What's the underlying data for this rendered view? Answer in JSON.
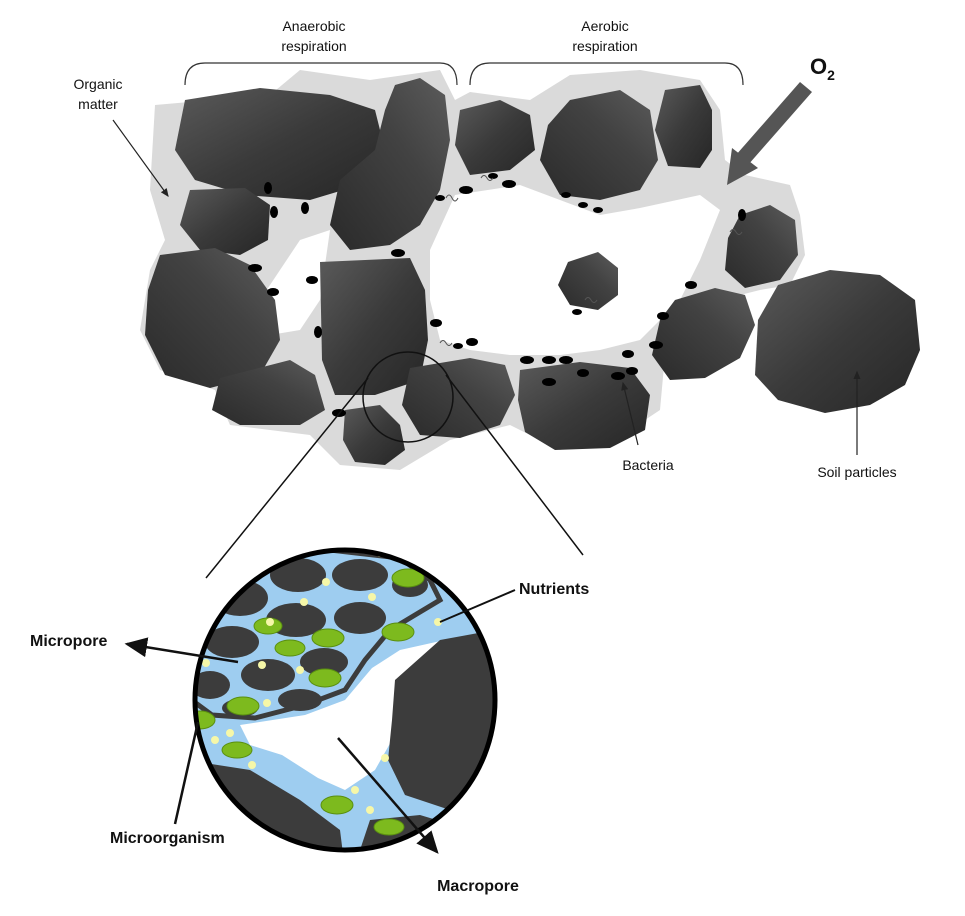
{
  "labels": {
    "anaerobic_line1": "Anaerobic",
    "anaerobic_line2": "respiration",
    "aerobic_line1": "Aerobic",
    "aerobic_line2": "respiration",
    "organic_line1": "Organic",
    "organic_line2": "matter",
    "oxygen": "O",
    "oxygen_sub": "2",
    "bacteria": "Bacteria",
    "soil_particles": "Soil particles",
    "nutrients": "Nutrients",
    "micropore": "Micropore",
    "microorganism": "Microorganism",
    "macropore": "Macropore"
  },
  "colors": {
    "soil_particle": "#3c3c3c",
    "organic_matter": "#dcdcdc",
    "bacteria": "#000000",
    "water": "#9ecdf0",
    "microorganism": "#7dba1e",
    "nutrient": "#f6f7a8"
  }
}
